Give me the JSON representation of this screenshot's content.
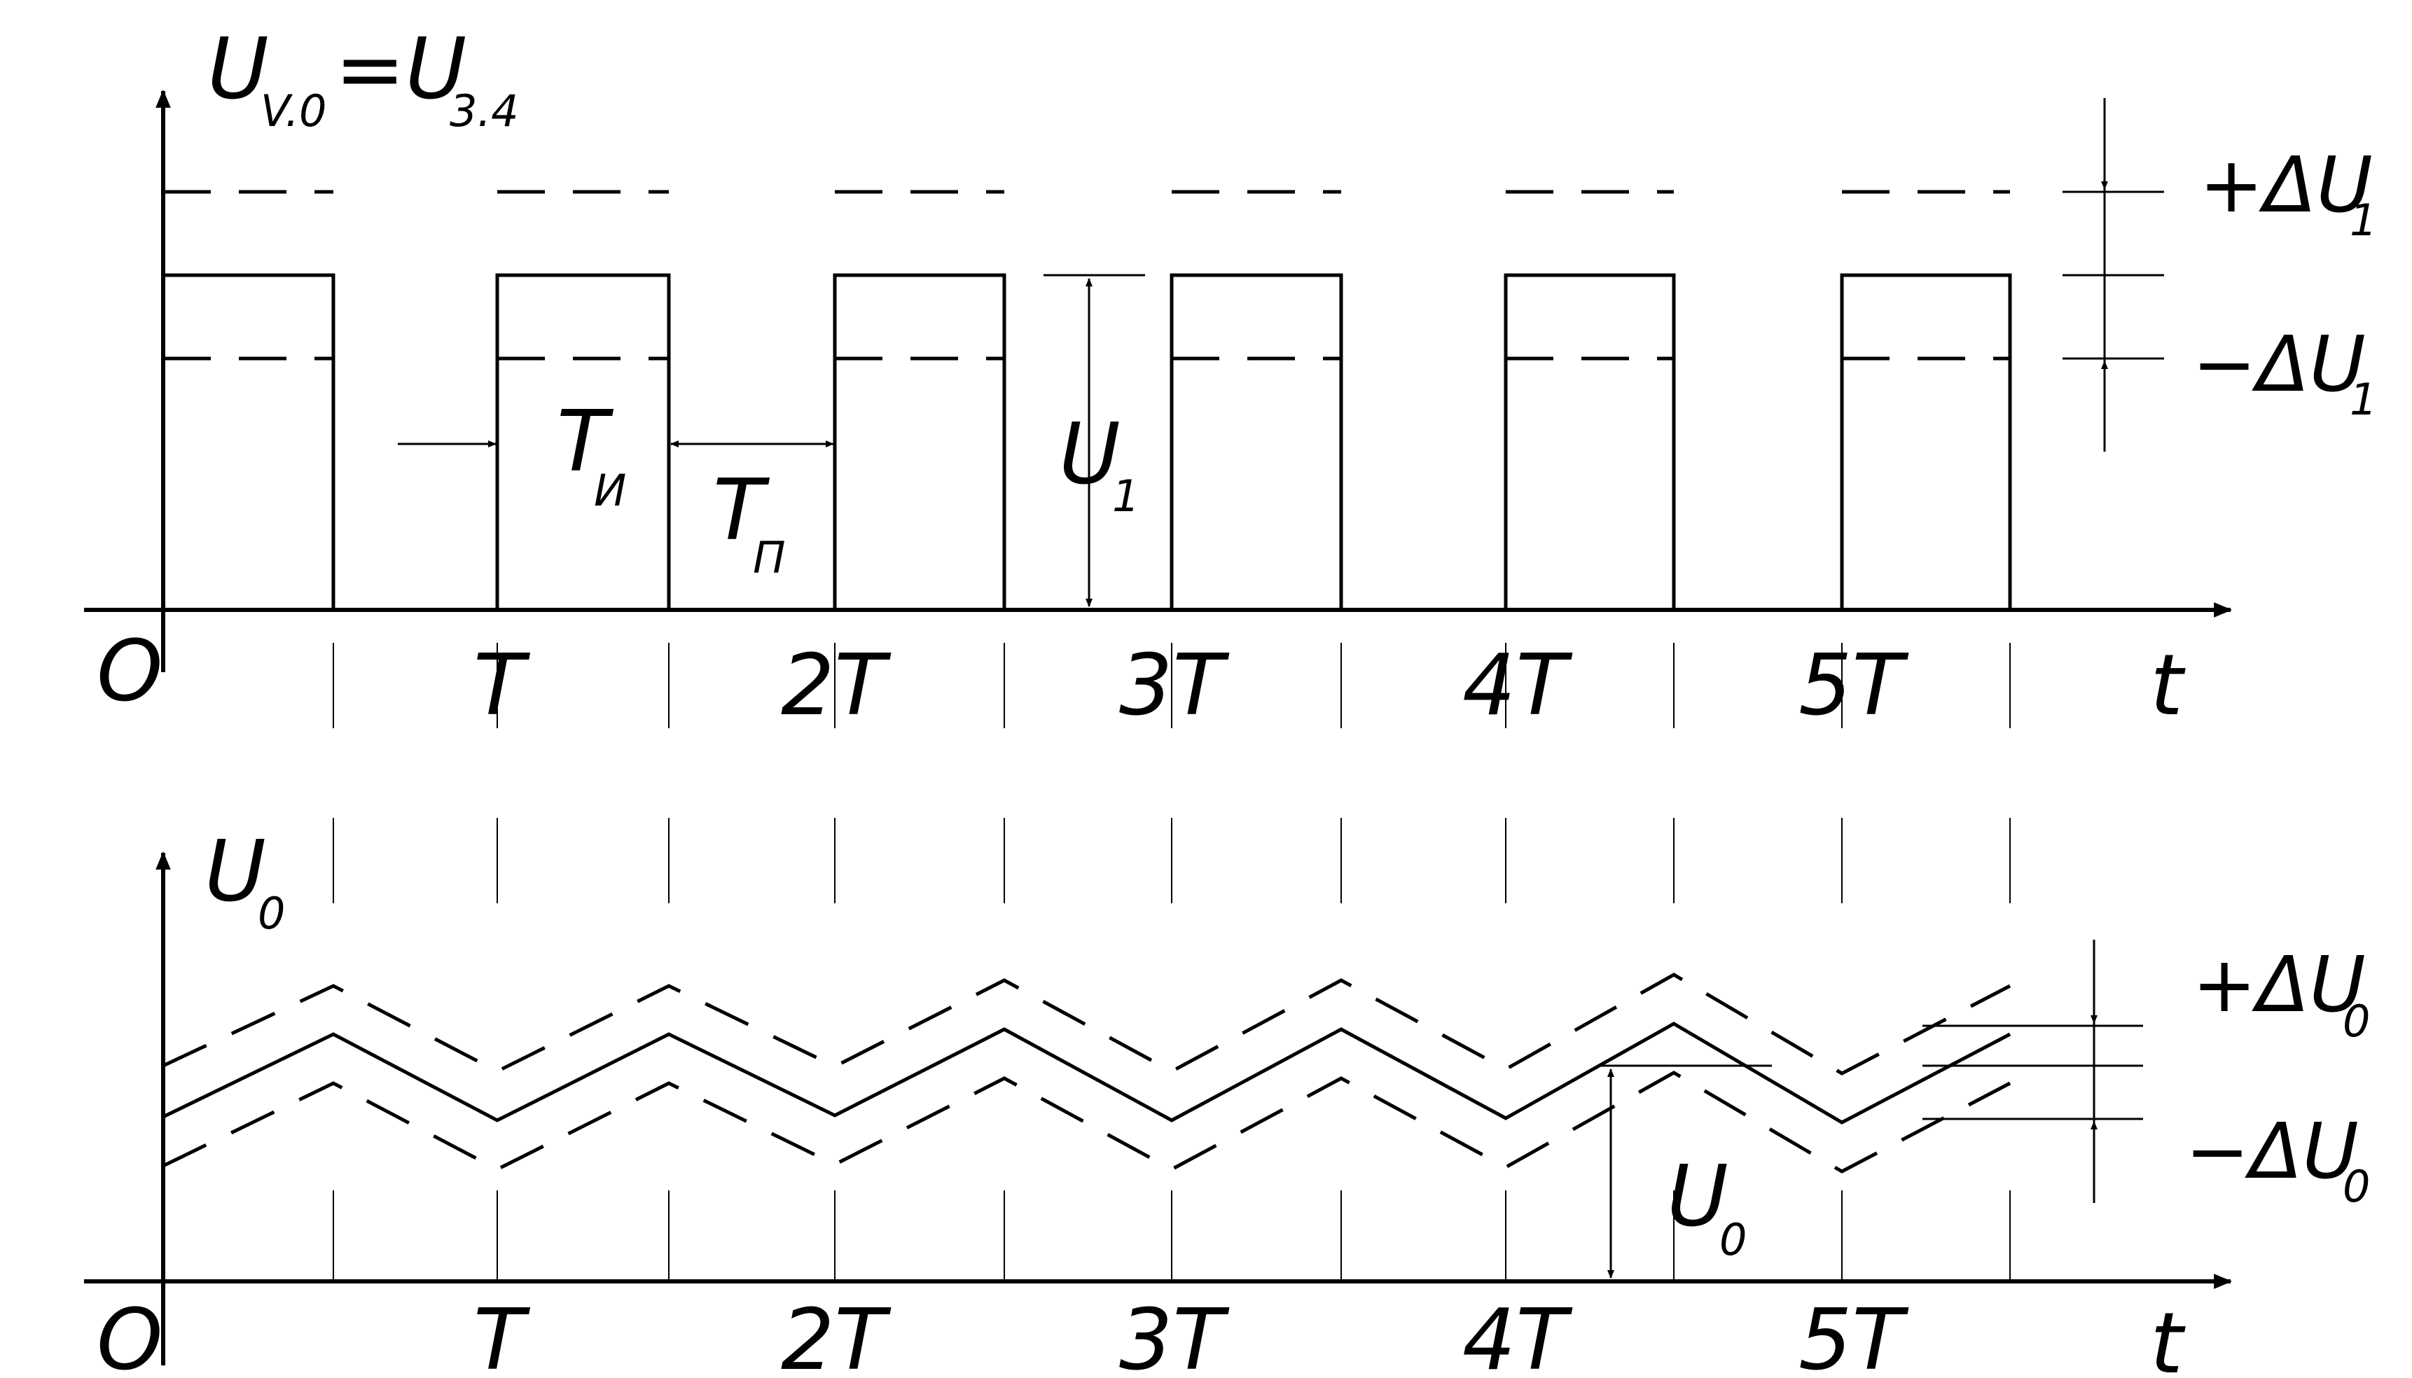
{
  "top_panel": {
    "y_label": {
      "main": "U",
      "sub1": "V.0",
      "eq": "=U",
      "sub2": "3.4"
    },
    "origin": "O",
    "t_label": "t",
    "ticks": [
      "T",
      "2T",
      "3T",
      "4T",
      "5T"
    ],
    "t_pulse": {
      "main": "T",
      "sub": "И"
    },
    "t_pause": {
      "main": "T",
      "sub": "П"
    },
    "amplitude": {
      "main": "U",
      "sub": "1"
    },
    "plus_delta": {
      "main": "+ΔU",
      "sub": "1"
    },
    "minus_delta": {
      "main": "−ΔU",
      "sub": "1"
    }
  },
  "bottom_panel": {
    "y_label": {
      "main": "U",
      "sub": "0"
    },
    "origin": "O",
    "t_label": "t",
    "ticks": [
      "T",
      "2T",
      "3T",
      "4T",
      "5T"
    ],
    "level": {
      "main": "U",
      "sub": "0"
    },
    "plus_delta": {
      "main": "+ΔU",
      "sub": "0"
    },
    "minus_delta": {
      "main": "−ΔU",
      "sub": "0"
    }
  }
}
